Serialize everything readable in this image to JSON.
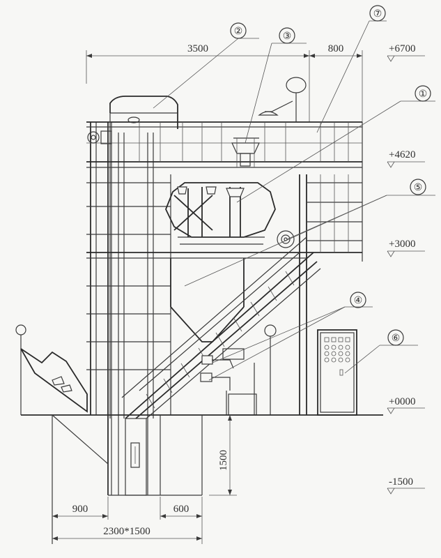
{
  "callouts": [
    "①",
    "②",
    "③",
    "④",
    "⑤",
    "⑥",
    "⑦"
  ],
  "levels": [
    "+6700",
    "+4620",
    "+3000",
    "+0000",
    "-1500"
  ],
  "dimensions": {
    "top_width": "3500",
    "top_right": "800",
    "pit_depth": "1500",
    "bottom_left": "900",
    "bottom_mid": "600",
    "pit_size": "2300*1500"
  },
  "colors": {
    "ink": "#3a3a3a",
    "paper": "#f7f7f5"
  }
}
